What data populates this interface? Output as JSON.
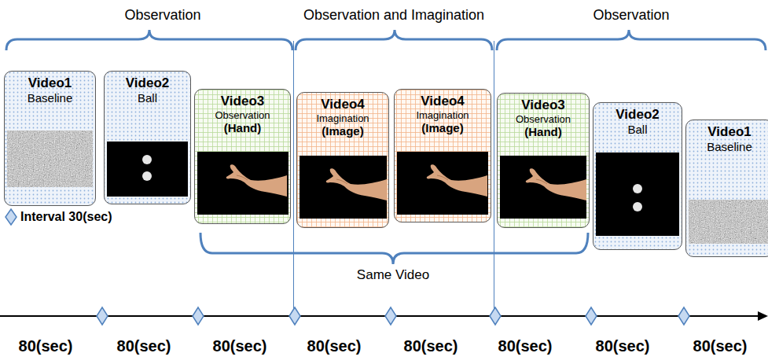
{
  "diagram": {
    "nodes": [
      {
        "text": [
          "Video1",
          "Baseline"
        ]
      },
      {
        "text": [
          "Video2",
          "Ball"
        ]
      },
      {
        "text": [
          "Video3",
          "Observation",
          "(Hand)"
        ]
      },
      {
        "text": [
          "Video4",
          "Imagination",
          "(Image)"
        ]
      },
      {
        "text": [
          "Video4",
          "Imagination",
          "(Image)"
        ]
      },
      {
        "text": [
          "Video3",
          "Observation",
          "(Hand)"
        ]
      },
      {
        "text": [
          "Video2",
          "Ball"
        ]
      },
      {
        "text": [
          "Video1",
          "Baseline"
        ]
      }
    ],
    "labels": [
      "Observation",
      "Observation and Imagination",
      "Observation",
      "Same Video",
      "80(sec)",
      "80(sec)",
      "80(sec)",
      "80(sec)",
      "80(sec)",
      "80(sec)",
      "80(sec)",
      "80(sec)"
    ],
    "legend": [
      {
        "text": "Interval 30(sec)"
      }
    ]
  }
}
